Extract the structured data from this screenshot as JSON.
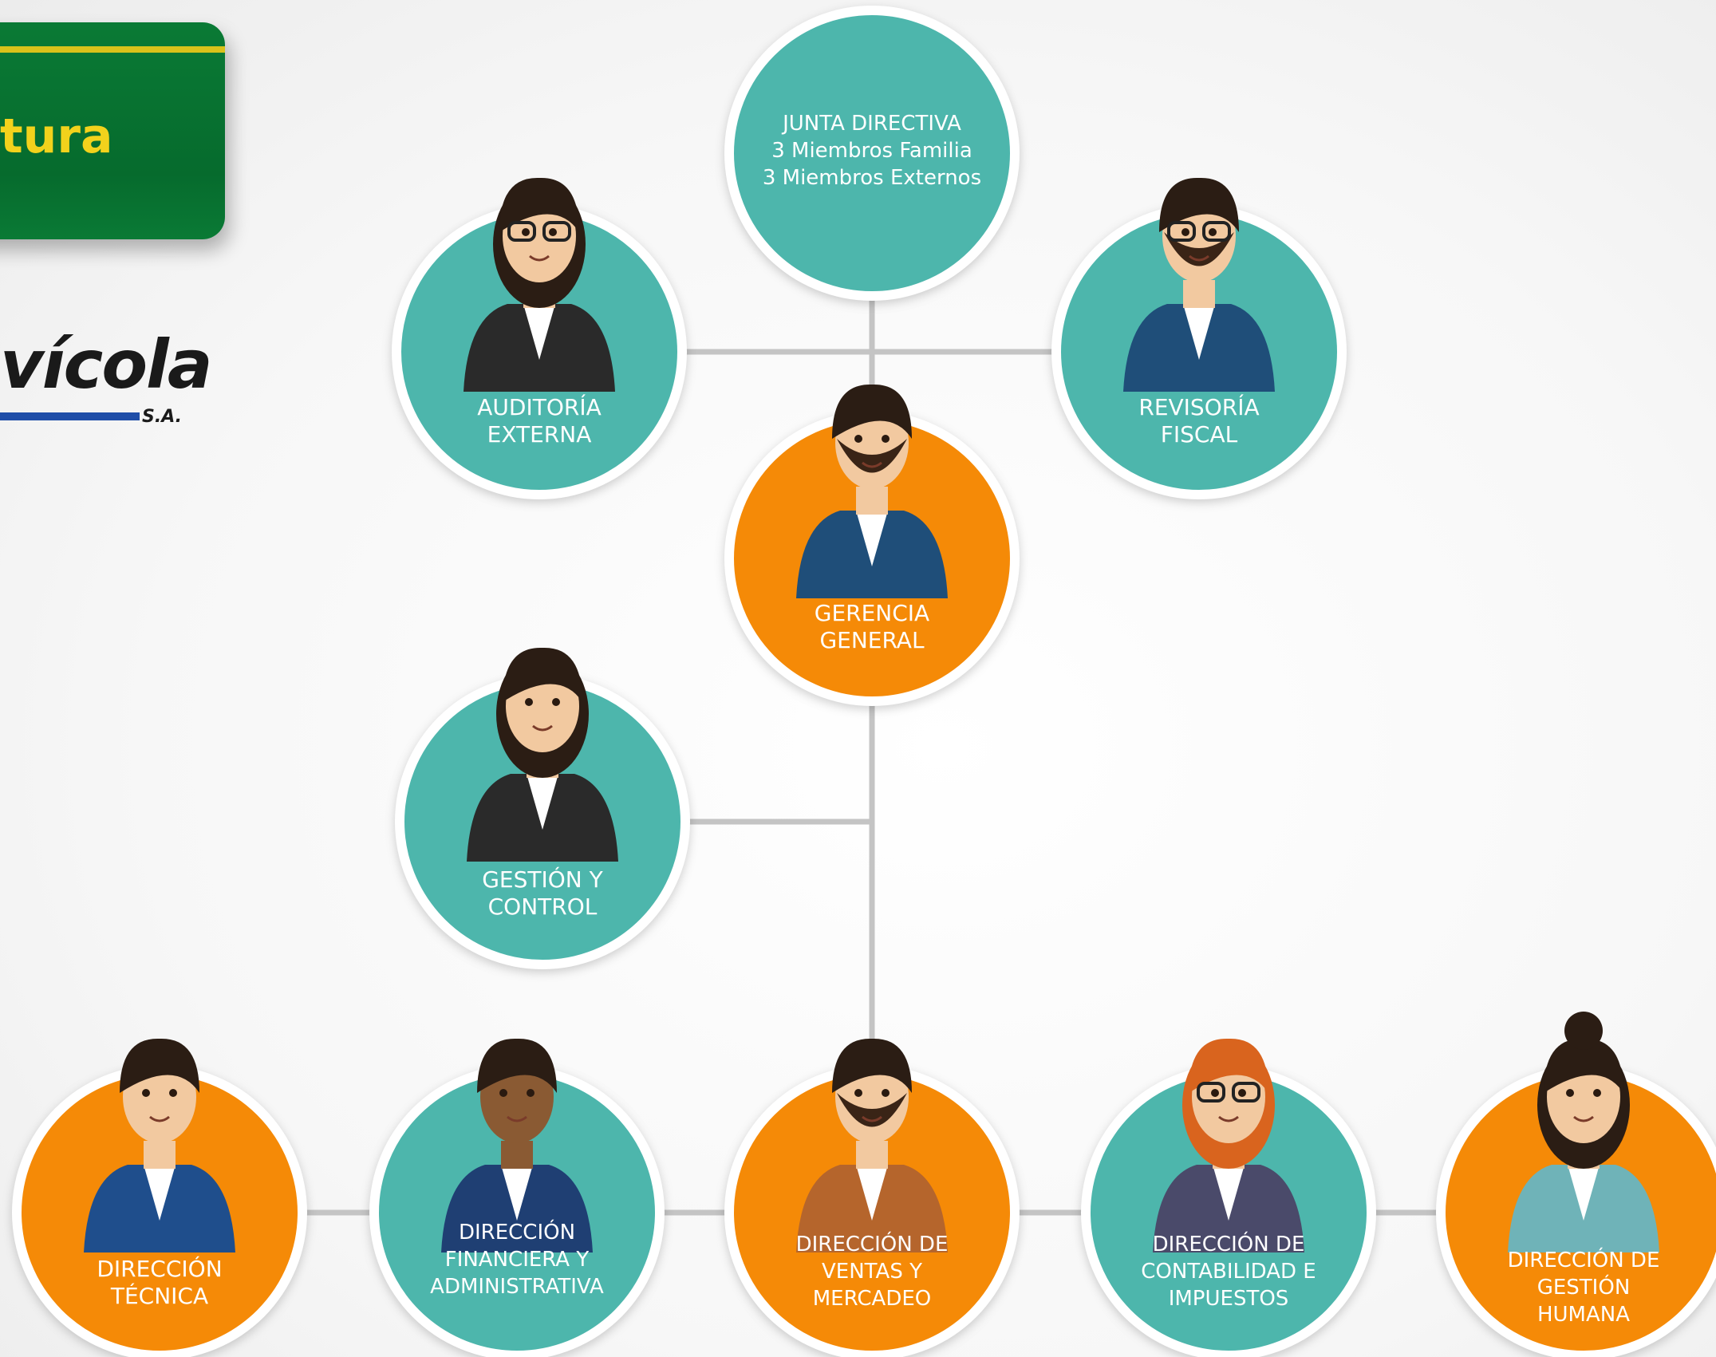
{
  "banner": {
    "title": "tura"
  },
  "logo": {
    "brand": "vícola",
    "suffix": "S.A."
  },
  "colors": {
    "teal": "#4db6ac",
    "orange": "#f58a07",
    "ring": "#ffffff",
    "line": "#c4c4c4",
    "banner_green": "#066b2d",
    "banner_text": "#f2d21c"
  },
  "nodes": [
    {
      "id": "junta",
      "lines": [
        "JUNTA DIRECTIVA",
        "3 Miembros Familia",
        "3 Miembros Externos"
      ],
      "color": "teal",
      "avatar": "none"
    },
    {
      "id": "auditoria",
      "lines": [
        "AUDITORÍA",
        "EXTERNA"
      ],
      "color": "teal",
      "avatar": "woman-glasses-suit"
    },
    {
      "id": "revisoria",
      "lines": [
        "REVISORÍA",
        "FISCAL"
      ],
      "color": "teal",
      "avatar": "man-glasses-beard"
    },
    {
      "id": "gerencia",
      "lines": [
        "GERENCIA",
        "GENERAL"
      ],
      "color": "orange",
      "avatar": "man-beard-suit"
    },
    {
      "id": "gestion",
      "lines": [
        "GESTIÓN Y",
        "CONTROL"
      ],
      "color": "teal",
      "avatar": "woman-suit"
    },
    {
      "id": "tecnica",
      "lines": [
        "DIRECCIÓN",
        "TÉCNICA"
      ],
      "color": "orange",
      "avatar": "man-sweater"
    },
    {
      "id": "financiera",
      "lines": [
        "DIRECCIÓN",
        "FINANCIERA Y",
        "ADMINISTRATIVA"
      ],
      "color": "teal",
      "avatar": "man-curly-suit"
    },
    {
      "id": "ventas",
      "lines": [
        "DIRECCIÓN DE",
        "VENTAS Y",
        "MERCADEO"
      ],
      "color": "orange",
      "avatar": "man-beard-shirt"
    },
    {
      "id": "contabilidad",
      "lines": [
        "DIRECCIÓN DE",
        "CONTABILIDAD E",
        "IMPUESTOS"
      ],
      "color": "teal",
      "avatar": "woman-redhair-glasses"
    },
    {
      "id": "humana",
      "lines": [
        "DIRECCIÓN DE",
        "GESTIÓN",
        "HUMANA"
      ],
      "color": "orange",
      "avatar": "woman-bun"
    }
  ]
}
